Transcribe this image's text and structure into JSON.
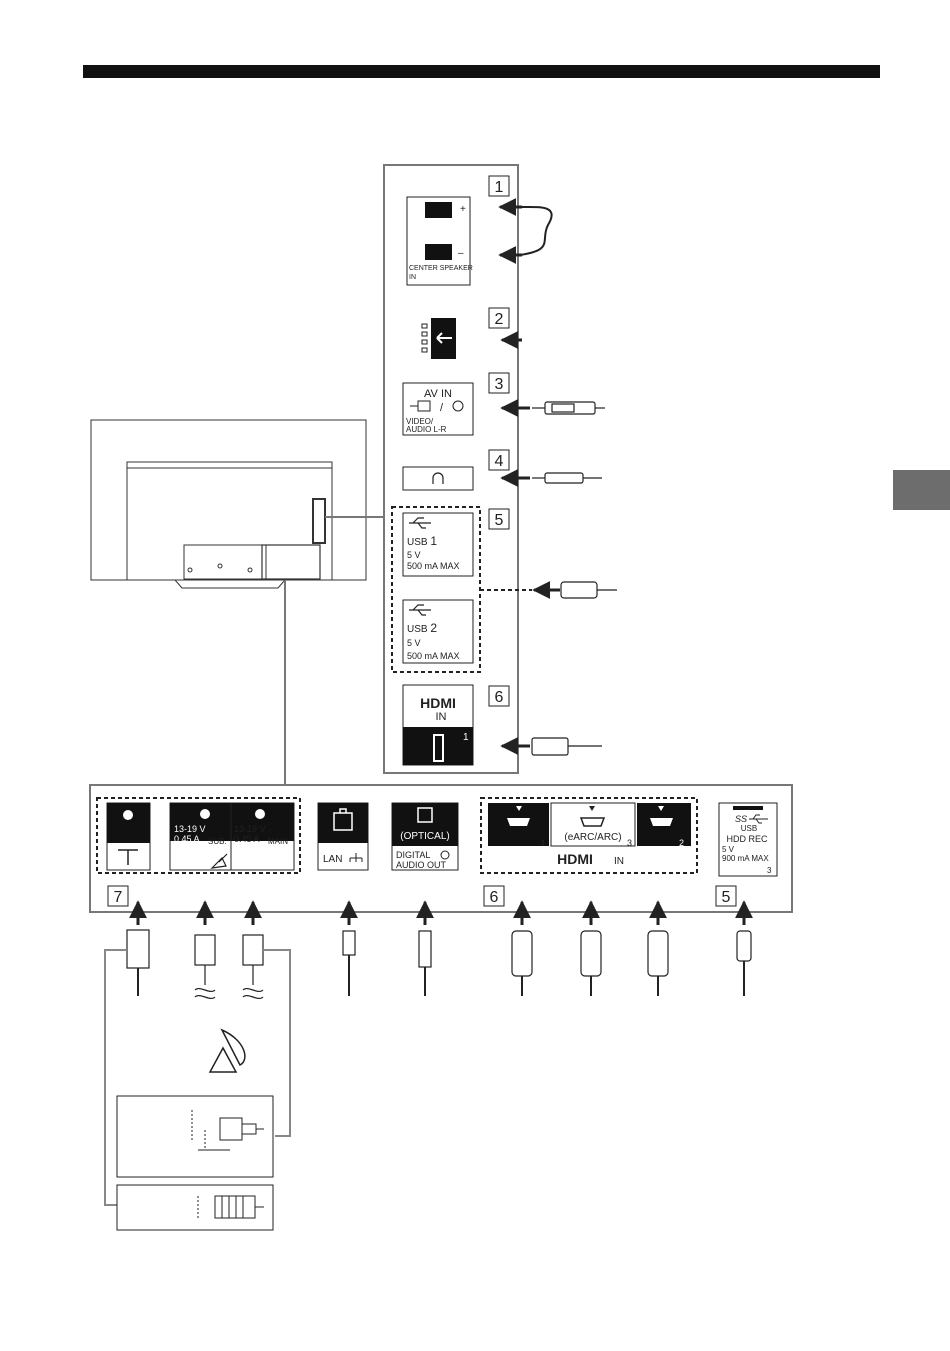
{
  "numbers": {
    "side_1": "1",
    "side_2": "2",
    "side_3": "3",
    "side_4": "4",
    "side_5": "5",
    "side_6": "6",
    "bottom_7": "7",
    "bottom_6": "6",
    "bottom_5": "5"
  },
  "center_speaker": {
    "plus": "+",
    "minus": "–",
    "label_line1": "CENTER SPEAKER",
    "label_line2": "IN"
  },
  "av_in": {
    "title": "AV IN",
    "slash": "/",
    "label_line1": "VIDEO/",
    "label_line2": "AUDIO L-R"
  },
  "usb1": {
    "name": "USB",
    "number": "1",
    "voltage": "5 V",
    "current": "500 mA MAX"
  },
  "usb2": {
    "name": "USB",
    "number": "2",
    "voltage": "5 V",
    "current": "500 mA MAX"
  },
  "hdmi_side": {
    "logo": "HDMI",
    "in": "IN",
    "port_number": "1"
  },
  "satellite": {
    "sub_voltage": "13-19 V",
    "sub_current": "0.45 A",
    "sub_label": "SUB.",
    "main_voltage": "13-19 V",
    "main_current": "0.45 A",
    "main_label": "MAIN"
  },
  "lan": {
    "label": "LAN"
  },
  "optical": {
    "label": "(OPTICAL)",
    "line1": "DIGITAL",
    "line2": "AUDIO OUT"
  },
  "hdmi_bottom": {
    "port4": "4",
    "earc_label": "(eARC/ARC)",
    "port3": "3",
    "port2": "2",
    "logo": "HDMI",
    "in": "IN"
  },
  "usb3": {
    "logo": "SS",
    "name": "USB",
    "label": "HDD REC",
    "voltage": "5 V",
    "current": "900 mA MAX",
    "number": "3"
  },
  "colors": {
    "ink": "#222222",
    "tab": "#6d6d6d",
    "panel": "#111111"
  }
}
